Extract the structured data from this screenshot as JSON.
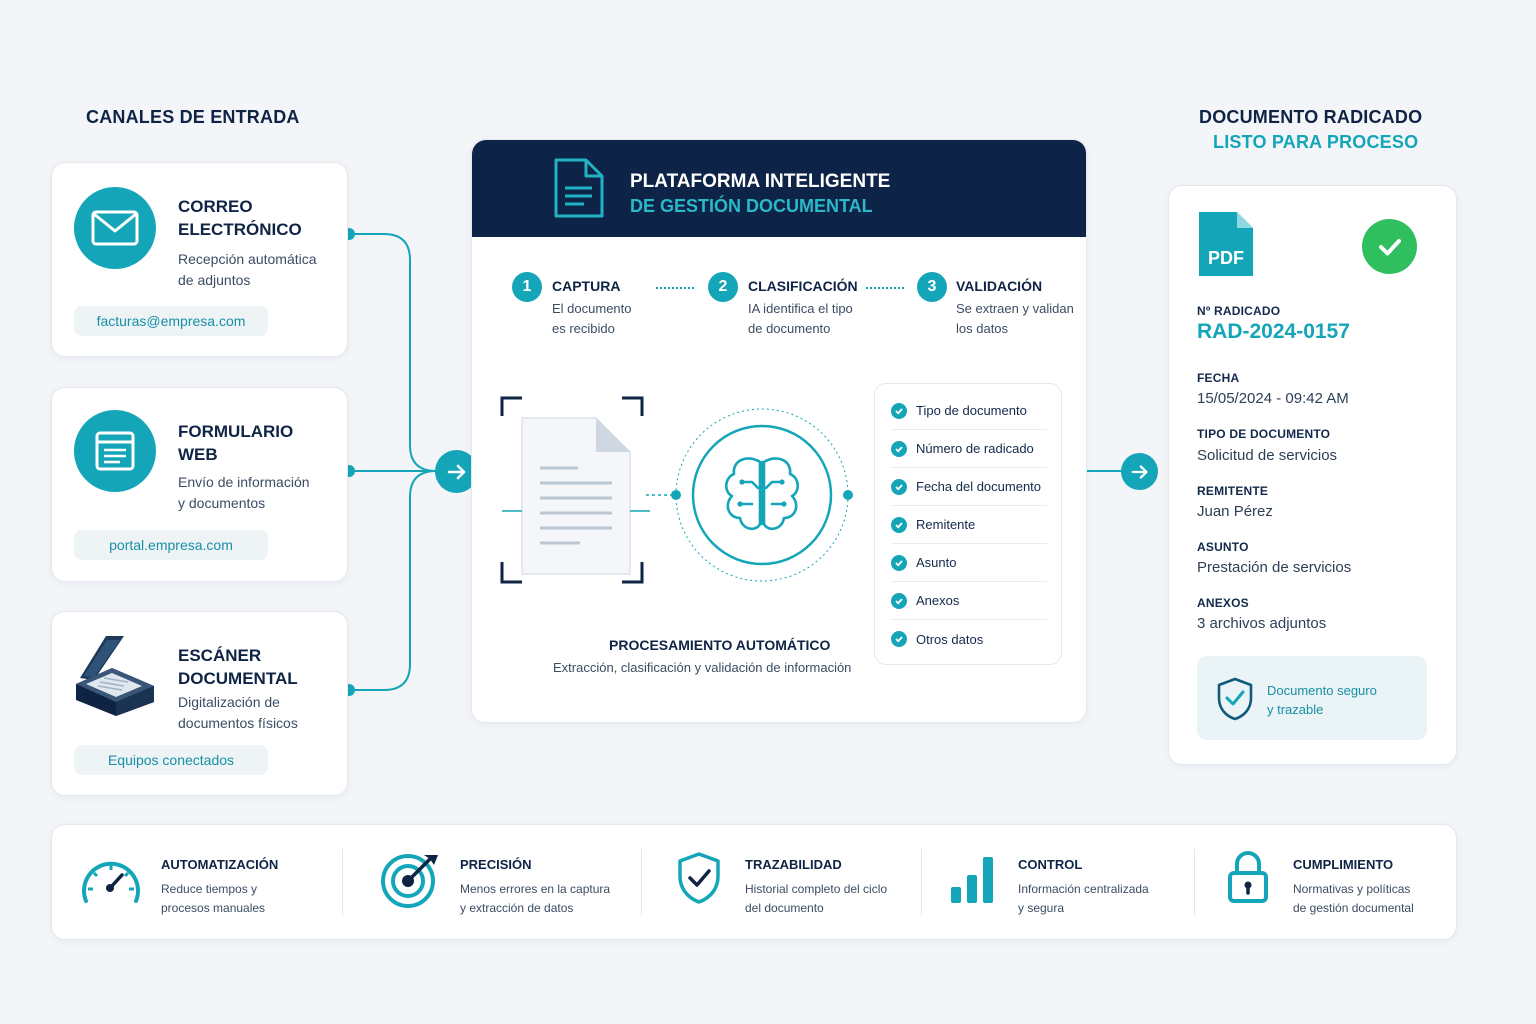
{
  "input_section": {
    "title": "CANALES DE ENTRADA",
    "channels": [
      {
        "title_1": "CORREO",
        "title_2": "ELECTRÓNICO",
        "desc_1": "Recepción automática",
        "desc_2": "de adjuntos",
        "pill": "facturas@empresa.com",
        "icon": "envelope-icon"
      },
      {
        "title_1": "FORMULARIO",
        "title_2": "WEB",
        "desc_1": "Envío de información",
        "desc_2": "y documentos",
        "pill": "portal.empresa.com",
        "icon": "web-form-icon"
      },
      {
        "title_1": "ESCÁNER",
        "title_2": "DOCUMENTAL",
        "desc_1": "Digitalización de",
        "desc_2": "documentos físicos",
        "pill": "Equipos conectados",
        "icon": "scanner-icon"
      }
    ]
  },
  "platform": {
    "title_1": "PLATAFORMA INTELIGENTE",
    "title_2": "DE GESTIÓN DOCUMENTAL",
    "steps": [
      {
        "num": "1",
        "title": "CAPTURA",
        "desc_1": "El documento",
        "desc_2": "es recibido"
      },
      {
        "num": "2",
        "title": "CLASIFICACIÓN",
        "desc_1": "IA identifica el tipo",
        "desc_2": "de documento"
      },
      {
        "num": "3",
        "title": "VALIDACIÓN",
        "desc_1": "Se extraen y validan",
        "desc_2": "los datos"
      }
    ],
    "processing_title": "PROCESAMIENTO AUTOMÁTICO",
    "processing_desc": "Extracción, clasificación y validación de información",
    "checklist": [
      "Tipo de documento",
      "Número de radicado",
      "Fecha del documento",
      "Remitente",
      "Asunto",
      "Anexos",
      "Otros datos"
    ]
  },
  "result_section": {
    "title_1": "DOCUMENTO RADICADO",
    "title_2": "LISTO PARA PROCESO",
    "pdf_label": "PDF",
    "fields": [
      {
        "label": "Nº RADICADO",
        "value": "RAD-2024-0157"
      },
      {
        "label": "FECHA",
        "value": "15/05/2024 - 09:42 AM"
      },
      {
        "label": "TIPO DE DOCUMENTO",
        "value": "Solicitud de servicios"
      },
      {
        "label": "REMITENTE",
        "value": "Juan Pérez"
      },
      {
        "label": "ASUNTO",
        "value": "Prestación de servicios"
      },
      {
        "label": "ANEXOS",
        "value": "3 archivos adjuntos"
      }
    ],
    "secure_1": "Documento seguro",
    "secure_2": "y trazable"
  },
  "benefits": [
    {
      "title": "AUTOMATIZACIÓN",
      "desc_1": "Reduce tiempos y",
      "desc_2": "procesos manuales",
      "icon": "speedometer-icon"
    },
    {
      "title": "PRECISIÓN",
      "desc_1": "Menos errores en la captura",
      "desc_2": "y extracción de datos",
      "icon": "target-icon"
    },
    {
      "title": "TRAZABILIDAD",
      "desc_1": "Historial completo del ciclo",
      "desc_2": "del documento",
      "icon": "shield-check-icon"
    },
    {
      "title": "CONTROL",
      "desc_1": "Información centralizada",
      "desc_2": "y segura",
      "icon": "bar-chart-icon"
    },
    {
      "title": "CUMPLIMIENTO",
      "desc_1": "Normativas y políticas",
      "desc_2": "de gestión documental",
      "icon": "padlock-icon"
    }
  ],
  "colors": {
    "accent": "#14a6b8",
    "navy": "#0d2347",
    "success": "#2fbf5f",
    "background": "#f3f5f8"
  }
}
